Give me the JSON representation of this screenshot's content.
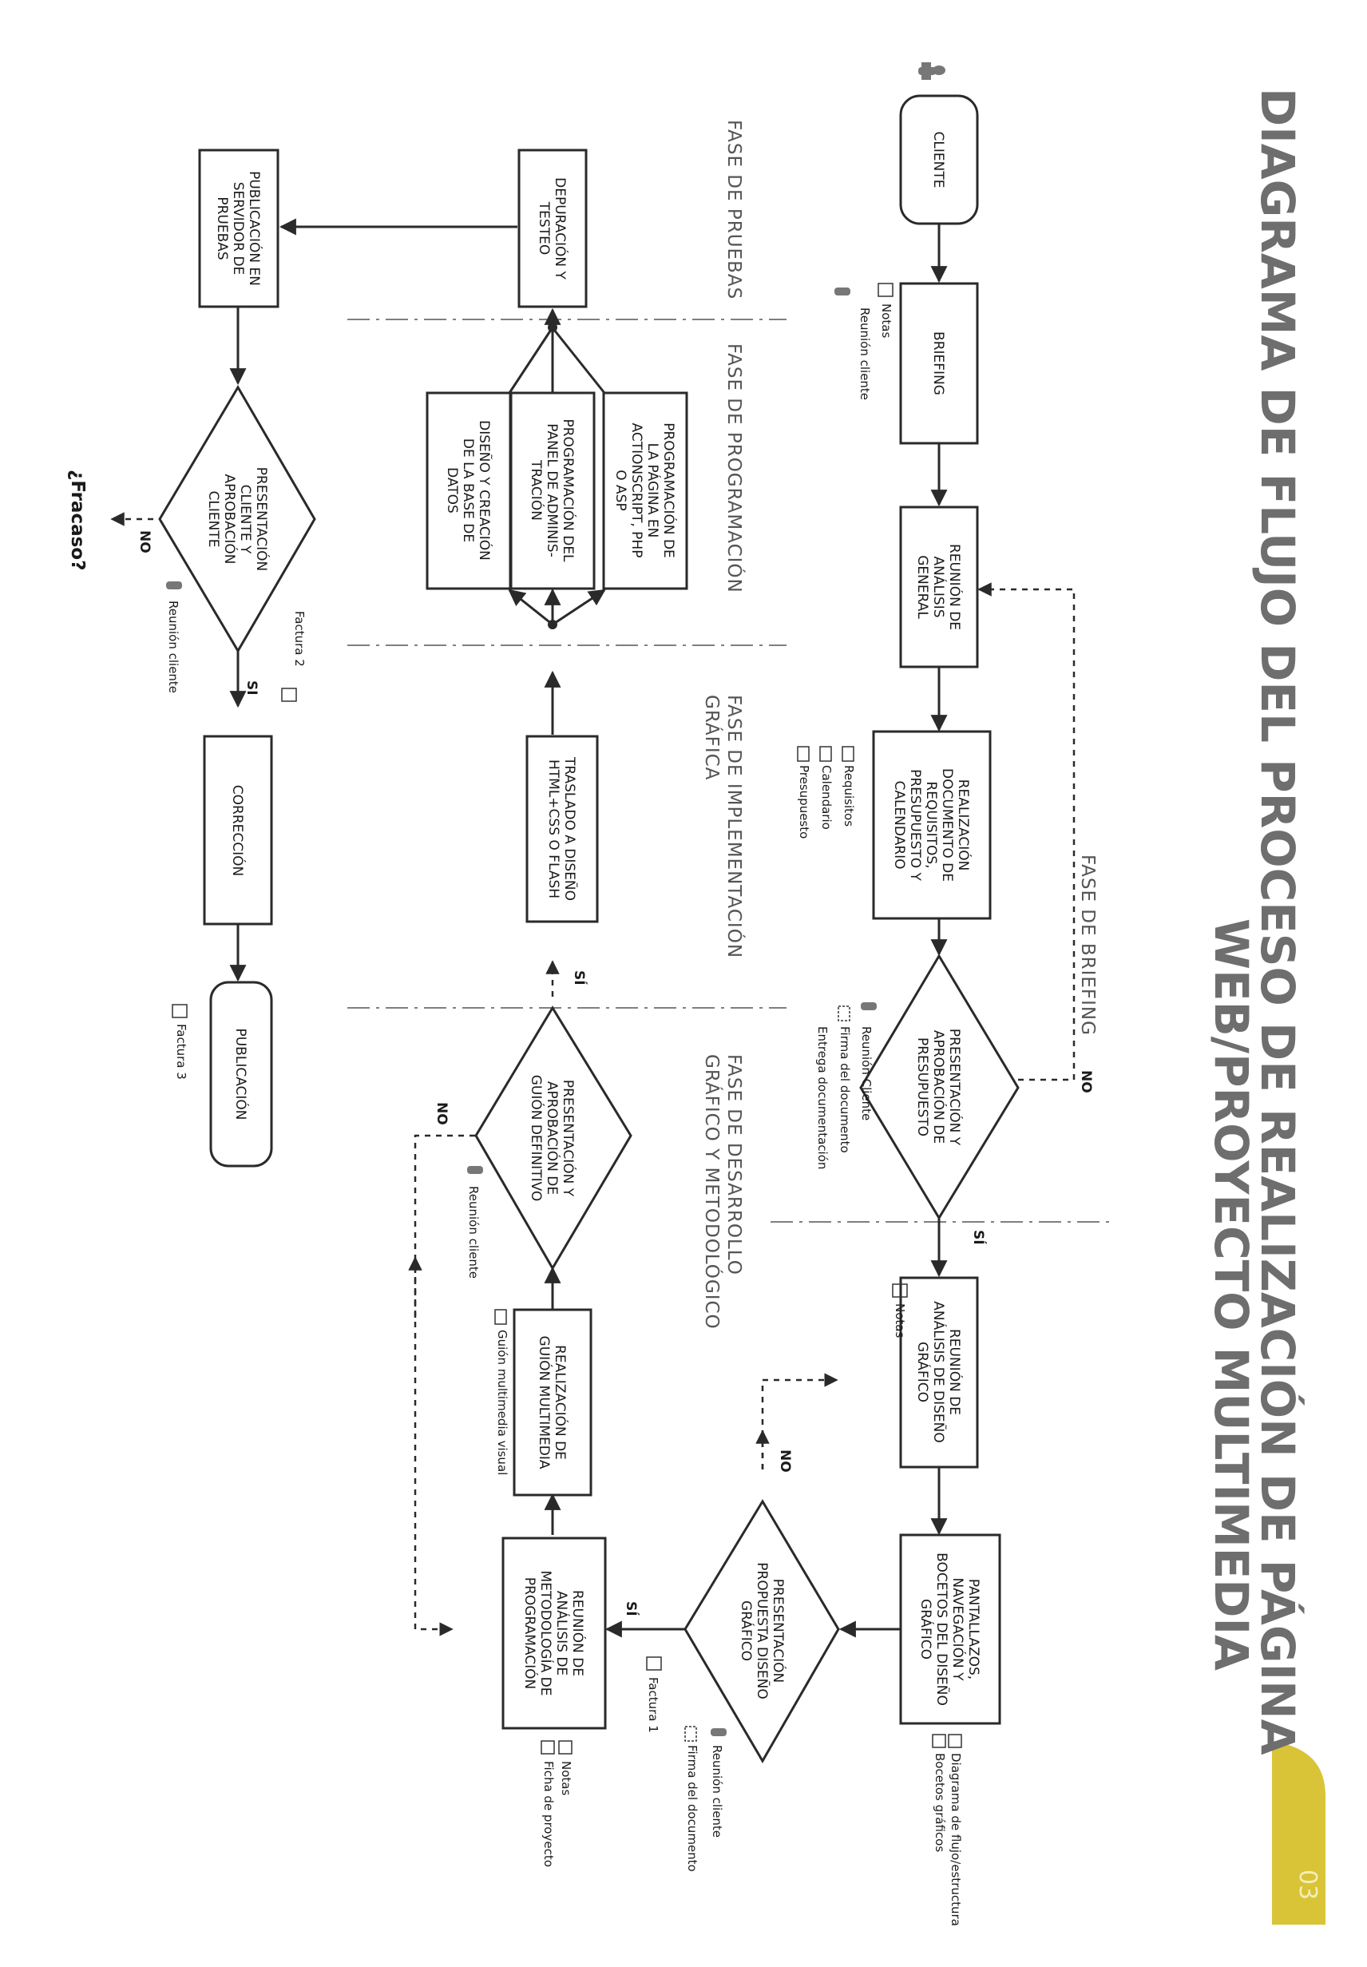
{
  "title": {
    "line1": "DIAGRAMA DE FLUJO DEL PROCESO DE REALIZACIÓN DE PÁGINA",
    "line2": "WEB/PROYECTO MULTIMEDIA"
  },
  "page_badge": "03",
  "colors": {
    "badge": "#d9c438",
    "line": "#2a2a2a",
    "title": "#6e6e6e",
    "phase": "#555555"
  },
  "phases": {
    "briefing": "FASE DE BRIEFING",
    "pruebas": "FASE DE PRUEBAS",
    "programacion": "FASE DE PROGRAMACIÓN",
    "implementacion_l1": "FASE DE IMPLEMENTACIÓN",
    "implementacion_l2": "GRÁFICA",
    "desarrollo_l1": "FASE DE DESARROLLO",
    "desarrollo_l2": "GRÁFICO Y METODOLÓGICO"
  },
  "nodes": {
    "cliente": [
      "CLIENTE"
    ],
    "briefing": [
      "BRIEFING"
    ],
    "reunion_analisis": [
      "REUNIÓN DE",
      "ANÁLISIS",
      "GENERAL"
    ],
    "realizacion_doc": [
      "REALIZACIÓN",
      "DOCUMENTO DE",
      "REQUISITOS,",
      "PRESUPUESTO Y",
      "CALENDARIO"
    ],
    "presentacion_presupuesto": [
      "PRESENTACIÓN Y",
      "APROBACIÓN DE",
      "PRESUPUESTO"
    ],
    "reunion_diseno": [
      "REUNIÓN DE",
      "ANÁLISIS DE DISEÑO",
      "GRÁFICO"
    ],
    "pantallazos": [
      "PANTALLAZOS,",
      "NAVEGACIÓN Y",
      "BOCETOS DEL DISEÑO",
      "GRÁFICO"
    ],
    "presentacion_propuesta": [
      "PRESENTACIÓN",
      "PROPUESTA DISEÑO",
      "GRÁFICO"
    ],
    "reunion_metodologia": [
      "REUNIÓN DE",
      "ANÁLISIS DE",
      "METODOLOGÍA DE",
      "PROGRAMACIÓN"
    ],
    "realizacion_guion": [
      "REALIZACIÓN DE",
      "GUIÓN MULTIMEDIA"
    ],
    "presentacion_guion": [
      "PRESENTACIÓN Y",
      "APROBACIÓN DE",
      "GUIÓN DEFINITIVO"
    ],
    "traslado": [
      "TRASLADO A DISEÑO",
      "HTML+CSS O FLASH"
    ],
    "prog_pagina": [
      "PROGRAMACIÓN DE",
      "LA PÁGINA EN",
      "ACTIONSCRIPT, PHP",
      "O ASP"
    ],
    "prog_panel": [
      "PROGRAMACIÓN DEL",
      "PANEL DE ADMINIS-",
      "TRACIÓN"
    ],
    "diseno_bd": [
      "DISEÑO Y CREACIÓN",
      "DE LA BASE DE",
      "DATOS"
    ],
    "depuracion": [
      "DEPURACIÓN Y",
      "TESTEO"
    ],
    "publicacion_pruebas": [
      "PUBLICACIÓN EN",
      "SERVIDOR DE",
      "PRUEBAS"
    ],
    "presentacion_cliente": [
      "PRESENTACIÓN",
      "CLIENTE Y",
      "APROBACIÓN",
      "CLIENTE"
    ],
    "correccion": [
      "CORRECCIÓN"
    ],
    "publicacion": [
      "PUBLICACIÓN"
    ]
  },
  "notes": {
    "briefing_notas": "Notas",
    "briefing_reunion": "Reunión cliente",
    "doc_requisitos": "Requisitos",
    "doc_calendario": "Calendario",
    "doc_presupuesto": "Presupuesto",
    "pres_reunion": "Reunión Cliente",
    "pres_firma": "Firma del documento",
    "pres_entrega": "Entrega documentación",
    "diseno_notas": "Notas",
    "pant_diagrama": "Diagrama de flujo/estructura",
    "pant_bocetos": "Bocetos gráficos",
    "prop_reunion": "Reunión cliente",
    "prop_firma": "Firma del documento",
    "prop_factura": "Factura 1",
    "meto_notas": "Notas",
    "meto_ficha": "Ficha de proyecto",
    "guion_visual": "Guión multimedia visual",
    "guion_reunion": "Reunión cliente",
    "final_factura2": "Factura 2",
    "final_reunion": "Reunión cliente",
    "final_factura3": "Factura 3"
  },
  "labels": {
    "no_presupuesto": "NO",
    "si_presupuesto": "SÍ",
    "no_propuesta": "NO",
    "si_propuesta": "SÍ",
    "no_guion": "NO",
    "si_guion": "SÍ",
    "no_final": "NO",
    "si_final": "SI",
    "fracaso": "¿Fracaso?"
  }
}
